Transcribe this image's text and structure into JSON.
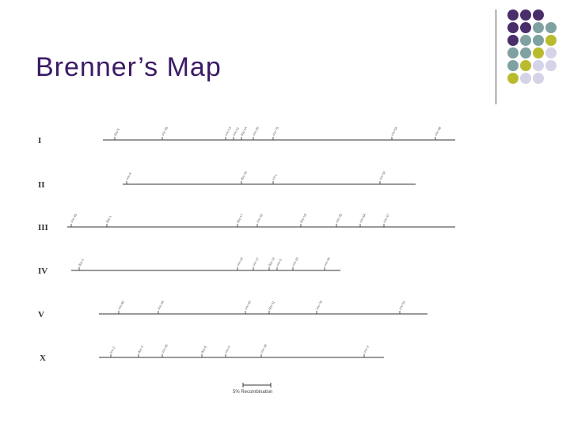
{
  "slide": {
    "title": "Brenner’s Map"
  },
  "palette": {
    "purple": "#4a2d6b",
    "teal": "#7fa1a1",
    "olive": "#b9bb2f",
    "lavender": "#d5d3e8"
  },
  "dot_grid": [
    [
      "purple",
      "purple",
      "purple",
      null
    ],
    [
      "purple",
      "purple",
      "teal",
      "teal"
    ],
    [
      "purple",
      "teal",
      "teal",
      "olive"
    ],
    [
      "teal",
      "teal",
      "olive",
      "lavender"
    ],
    [
      "teal",
      "olive",
      "lavender",
      "lavender"
    ],
    [
      "olive",
      "lavender",
      "lavender",
      null
    ]
  ],
  "genetic_map": {
    "scale_label": "5% Recombination",
    "chromosomes": [
      {
        "name": "I",
        "genes": [
          "dpy-5",
          "unc-35",
          "unc-13",
          "unc-11",
          "dpy-14",
          "unc-29",
          "unc-75",
          "unc-54",
          "unc-38"
        ]
      },
      {
        "name": "II",
        "genes": [
          "unc-4",
          "dpy-10",
          "rol-1",
          "unc-52"
        ]
      },
      {
        "name": "III",
        "genes": [
          "unc-45",
          "dpy-1",
          "dpy-17",
          "unc-32",
          "dpy-18",
          "unc-25",
          "unc-64",
          "unc-47"
        ]
      },
      {
        "name": "IV",
        "genes": [
          "dpy-9",
          "unc-22",
          "unc-17",
          "dpy-13",
          "unc-5",
          "unc-24",
          "unc-44"
        ]
      },
      {
        "name": "V",
        "genes": [
          "unc-60",
          "unc-34",
          "unc-42",
          "dpy-11",
          "unc-76",
          "unc-51"
        ]
      },
      {
        "name": "X",
        "genes": [
          "lon-2",
          "dpy-3",
          "unc-20",
          "dpy-6",
          "unc-9",
          "unc-18",
          "unc-3"
        ]
      }
    ]
  }
}
